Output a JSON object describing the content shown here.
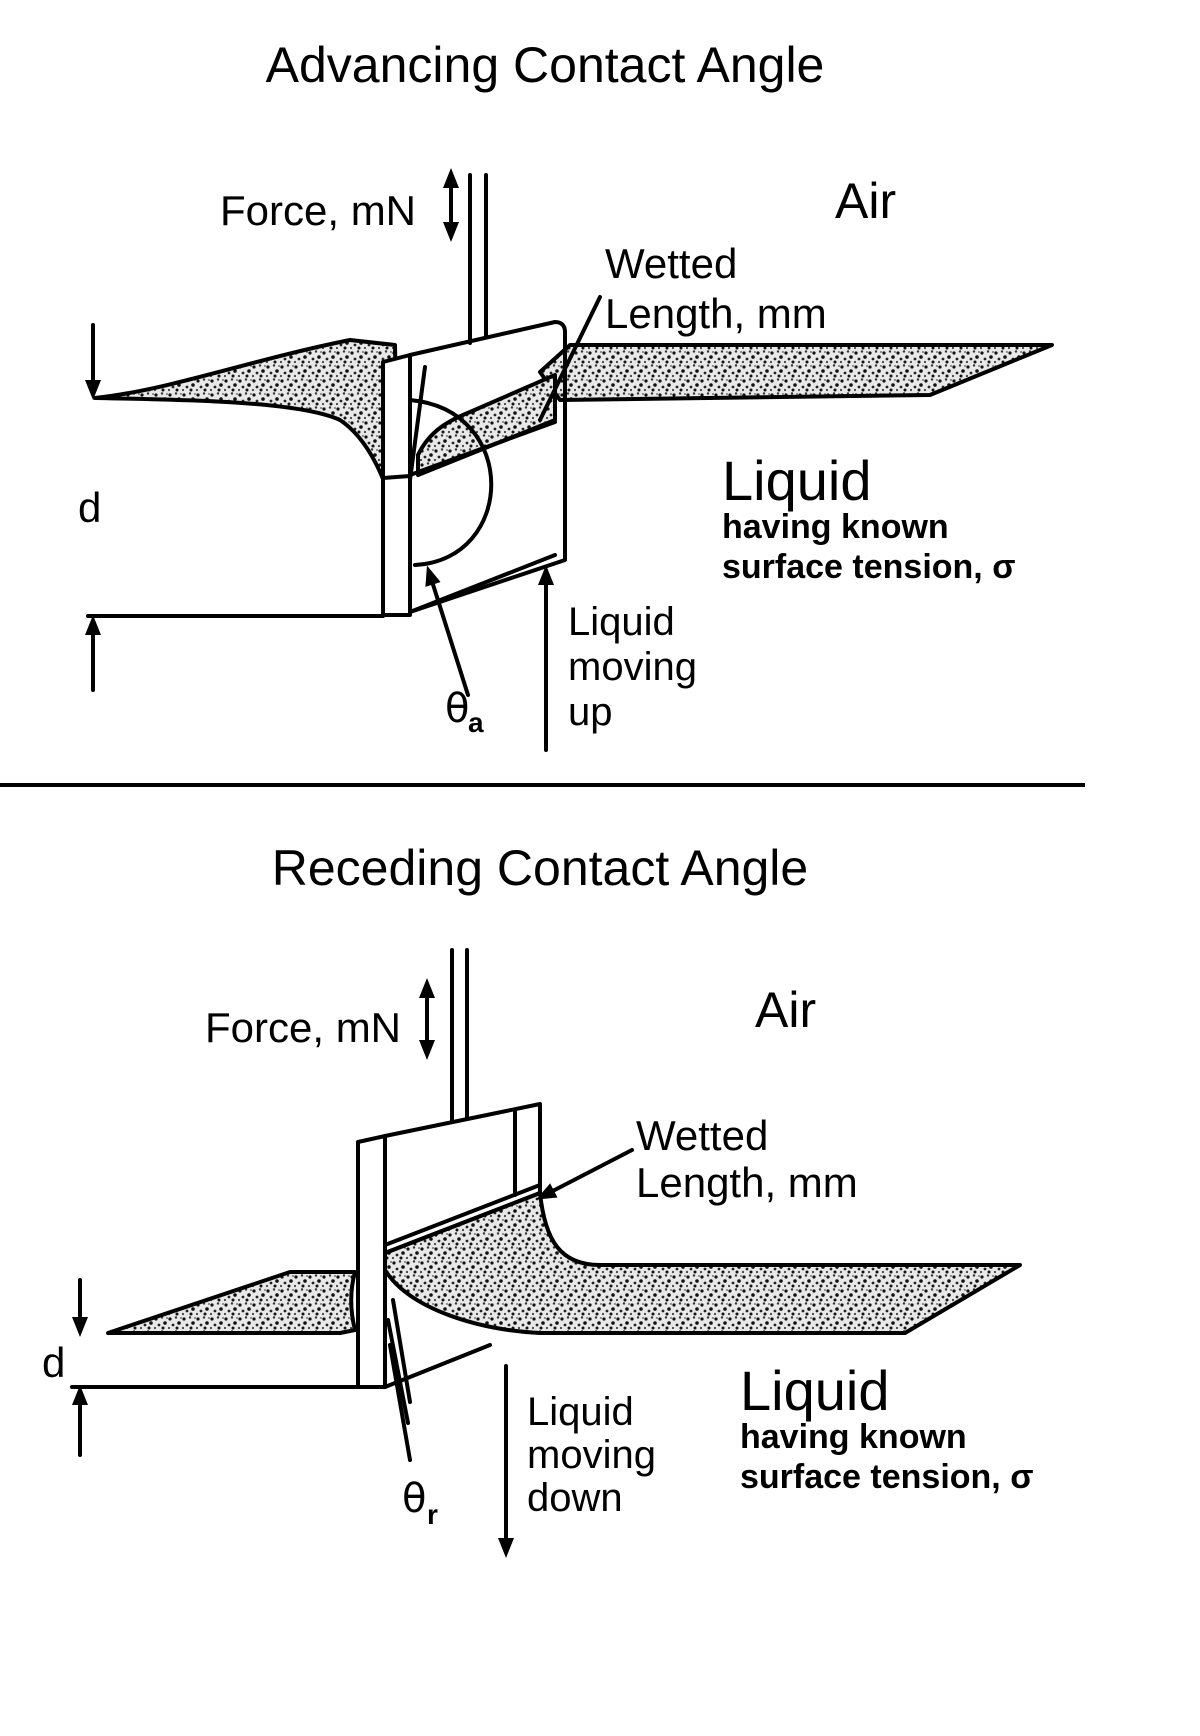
{
  "figure": {
    "panels": [
      {
        "id": "advancing",
        "title": "Advancing Contact Angle",
        "force_label": "Force, mN",
        "air_label": "Air",
        "wetted_label": [
          "Wetted",
          "Length, mm"
        ],
        "depth_label": "d",
        "liquid_label": "Liquid",
        "liquid_desc": [
          "having known",
          "surface tension, σ"
        ],
        "motion_label": [
          "Liquid",
          "moving",
          "up"
        ],
        "angle_symbol": "θ",
        "angle_subscript": "a",
        "motion_direction": "up"
      },
      {
        "id": "receding",
        "title": "Receding Contact Angle",
        "force_label": "Force, mN",
        "air_label": "Air",
        "wetted_label": [
          "Wetted",
          "Length, mm"
        ],
        "depth_label": "d",
        "liquid_label": "Liquid",
        "liquid_desc": [
          "having known",
          "surface tension, σ"
        ],
        "motion_label": [
          "Liquid",
          "moving",
          "down"
        ],
        "angle_symbol": "θ",
        "angle_subscript": "r",
        "motion_direction": "down"
      }
    ]
  }
}
